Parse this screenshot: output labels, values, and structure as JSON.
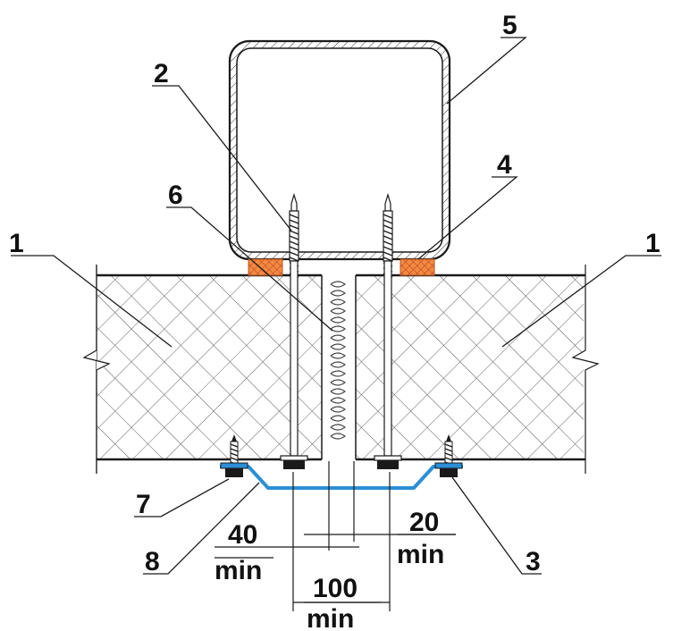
{
  "callouts": {
    "panel_left": "1",
    "panel_right": "1",
    "screw_2": "2",
    "screw_3": "3",
    "gasket_4": "4",
    "profile_5": "5",
    "seal_6": "6",
    "screw_7": "7",
    "flashing_8": "8"
  },
  "dimensions": {
    "d40": {
      "value": "40",
      "unit": "min"
    },
    "d20": {
      "value": "20",
      "unit": "min"
    },
    "d100": {
      "value": "100",
      "unit": "min"
    }
  },
  "colors": {
    "line": "#1a1a1a",
    "flashing": "#2b8fd6",
    "gasket": "#f08a3e"
  }
}
